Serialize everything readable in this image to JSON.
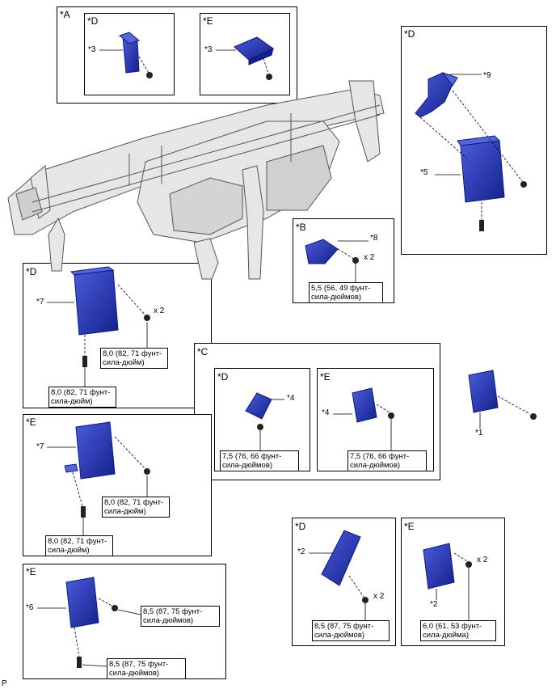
{
  "diagram": {
    "footer_code": "P",
    "groups": {
      "A": {
        "label": "*A",
        "sub_d": "*D",
        "sub_e": "*E",
        "callout_d": "*3",
        "callout_e": "*3"
      },
      "B": {
        "label": "*B",
        "callout": "*8",
        "count": "x 2",
        "torque": "5,5 (56, 49 фунт-\nсила-дюймов)"
      },
      "C": {
        "label": "*C",
        "sub_d": "*D",
        "sub_e": "*E",
        "callout_d": "*4",
        "callout_e": "*4",
        "torque_d": "7,5 (76, 66 фунт-\nсила-дюймов)",
        "torque_e": "7,5 (76, 66 фунт-\nсила-дюймов)"
      },
      "D9": {
        "label": "*D",
        "callout_9": "*9",
        "callout_5": "*5"
      },
      "D7": {
        "label": "*D",
        "callout": "*7",
        "count": "x 2",
        "torque_nut": "8,0 (82, 71 фунт-\nсила-дюйм)",
        "torque_bolt": "8,0 (82, 71 фунт-\nсила-дюйм)"
      },
      "E7": {
        "label": "*E",
        "callout": "*7",
        "torque_nut": "8,0 (82, 71 фунт-\nсила-дюйм)",
        "torque_bolt": "8,0 (82, 71 фунт-\nсила-дюйм)"
      },
      "E6": {
        "label": "*E",
        "callout": "*6",
        "torque_nut": "8,5 (87, 75 фунт-\nсила-дюймов)",
        "torque_bolt": "8,5 (87, 75 фунт-\nсила-дюймов)"
      },
      "D2": {
        "label": "*D",
        "callout": "*2",
        "count": "x 2",
        "torque": "8,5 (87, 75 фунт-\nсила-дюймов)"
      },
      "E2": {
        "label": "*E",
        "callout": "*2",
        "count": "x 2",
        "torque": "6,0 (61, 53 фунт-\nсила-дюйма)"
      },
      "free": {
        "callout": "*1"
      }
    },
    "colors": {
      "part": "#2233bb",
      "part_dark": "#0d1a7a",
      "part_light": "#5566dd",
      "frame": "#e6e6e6",
      "frame_line": "#555555"
    }
  }
}
